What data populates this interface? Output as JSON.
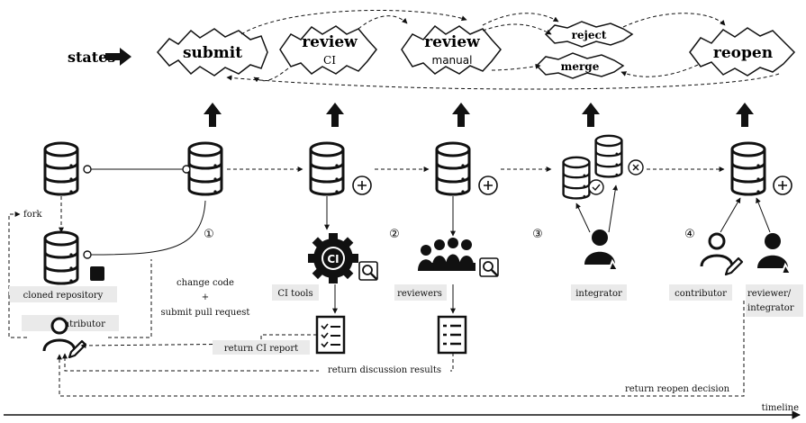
{
  "header": {
    "states_label": "states"
  },
  "states": {
    "submit": {
      "title": "submit"
    },
    "review_ci": {
      "title": "review",
      "sub": "CI"
    },
    "review_manual": {
      "title": "review",
      "sub": "manual"
    },
    "reject": {
      "title": "reject"
    },
    "merge": {
      "title": "merge"
    },
    "reopen": {
      "title": "reopen"
    }
  },
  "labels": {
    "fork": "fork",
    "cloned_repository": "cloned repository",
    "contributor_left": "contributor",
    "change_code": "change code",
    "plus": "+",
    "submit_pull_request": "submit pull request",
    "ci_tools": "CI tools",
    "reviewers": "reviewers",
    "integrator": "integrator",
    "contributor_right": "contributor",
    "reviewer_integrator_1": "reviewer/",
    "reviewer_integrator_2": "integrator",
    "return_ci_report": "return CI report",
    "return_discussion_results": "return discussion results",
    "return_reopen_decision": "return reopen decision",
    "timeline": "timeline",
    "ci_badge": "CI"
  },
  "steps": [
    "①",
    "②",
    "③",
    "④"
  ],
  "icons": [
    "database-icon",
    "gear-icon",
    "magnifier-icon",
    "checklist-icon",
    "document-icon",
    "user-icon",
    "pencil-icon",
    "group-icon",
    "plus-circle-icon",
    "check-circle-icon",
    "cross-circle-icon",
    "arrow-icon"
  ]
}
